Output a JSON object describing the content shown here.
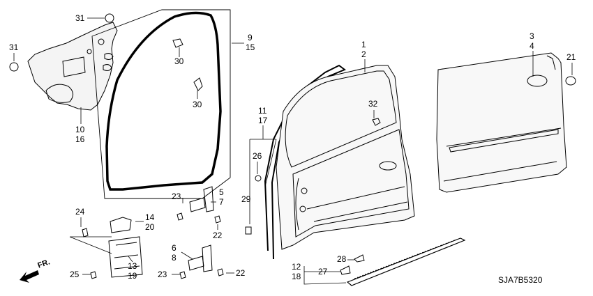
{
  "diagram": {
    "catalog_code": "SJA7B5320",
    "front_indicator": "FR.",
    "callouts": {
      "c31a": "31",
      "c31b": "31",
      "c10": "10",
      "c16": "16",
      "c9": "9",
      "c15": "15",
      "c30a": "30",
      "c30b": "30",
      "c1": "1",
      "c2": "2",
      "c3": "3",
      "c4": "4",
      "c21": "21",
      "c32": "32",
      "c11": "11",
      "c17": "17",
      "c26": "26",
      "c29": "29",
      "c23a": "23",
      "c5": "5",
      "c7": "7",
      "c22a": "22",
      "c24": "24",
      "c14": "14",
      "c20": "20",
      "c13": "13",
      "c19": "19",
      "c25": "25",
      "c6": "6",
      "c8": "8",
      "c23b": "23",
      "c22b": "22",
      "c28": "28",
      "c12": "12",
      "c18": "18",
      "c27": "27"
    }
  }
}
